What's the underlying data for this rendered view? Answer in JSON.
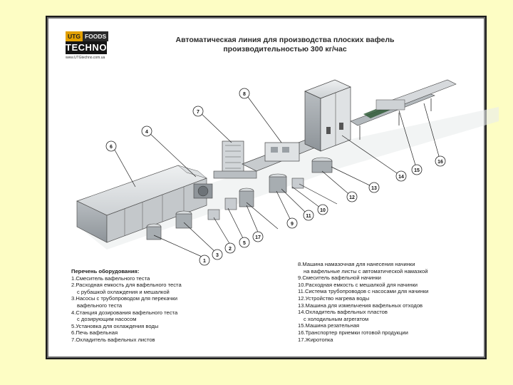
{
  "logo": {
    "utg": "UTG",
    "foods": "FOODS",
    "techno": "TECHNO",
    "url": "www.UTGtechno.com.ua"
  },
  "title": {
    "line1": "Автоматическая линия для производства плоских вафель",
    "line2": "производительностью 300 кг/час"
  },
  "legend": {
    "heading": "Перечень оборудования:",
    "left": [
      "1.Смеситель вафельного теста",
      "2.Расходная емкость для вафельного теста",
      "с рубашкой охлаждения и мешалкой",
      "3.Насосы с трубопроводом для перекачки",
      "вафельного теста",
      "4.Станция дозирования вафельного теста",
      "с дозирующим насосом",
      "5.Установка для охлаждения воды",
      "6.Печь вафельная",
      "7.Охладитель вафельных листов"
    ],
    "right": [
      "8.Машина намазочная для нанесения начинки",
      "на вафельные листы с автоматической намазкой",
      "9.Смеситель вафельной начинки",
      "10.Расходная емкость с мешалкой для начинки",
      "11.Система трубопроводов с насосами для начинки",
      "12.Устройство нагрева воды",
      "13.Машина для измельчения вафельных отходов",
      "14.Охладитель вафельных пластов",
      "с холодильным агрегатом",
      "15.Машина резательная",
      "16.Транспортер приемки готовой продукции",
      "17.Жиротопка"
    ]
  },
  "callouts": [
    "1",
    "2",
    "3",
    "4",
    "5",
    "6",
    "7",
    "8",
    "9",
    "10",
    "11",
    "12",
    "13",
    "14",
    "15",
    "16",
    "17"
  ],
  "colors": {
    "background": "#fdfdc4",
    "frame": "#1a1a1a",
    "equipment": "#cfd3d6",
    "equipment_dark": "#9aa0a5"
  }
}
